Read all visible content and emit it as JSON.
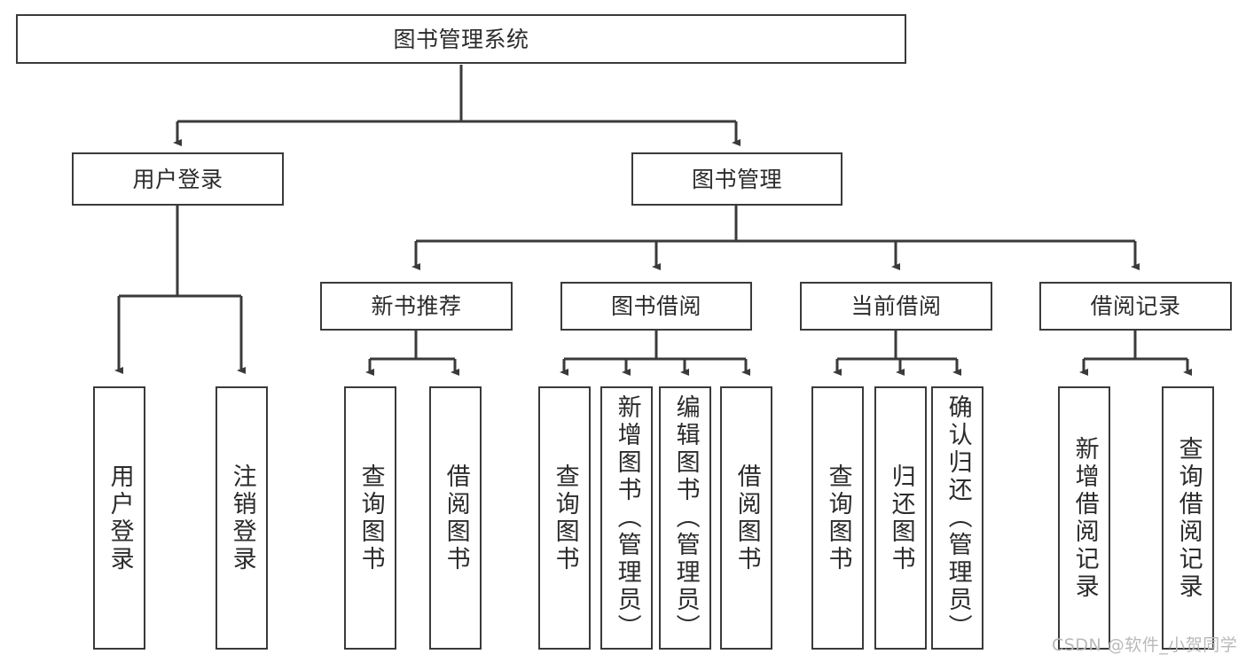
{
  "diagram": {
    "title": "图书管理系统",
    "type": "tree-hierarchy",
    "orientation": "top-down",
    "colors": {
      "node_border": "#3a3a3a",
      "node_fill": "#ffffff",
      "edge": "#3a3a3a",
      "text": "#2b2b2b",
      "background": "#ffffff",
      "watermark": "#b9b9b9"
    },
    "nodes": {
      "root": {
        "label": "图书管理系统"
      },
      "level2": [
        {
          "id": "user-login",
          "label": "用户登录"
        },
        {
          "id": "book-management",
          "label": "图书管理"
        }
      ],
      "level3": [
        {
          "id": "new-book-recommend",
          "label": "新书推荐"
        },
        {
          "id": "book-borrow",
          "label": "图书借阅"
        },
        {
          "id": "current-borrow",
          "label": "当前借阅"
        },
        {
          "id": "borrow-record",
          "label": "借阅记录"
        }
      ],
      "leaves": {
        "user_login": [
          {
            "id": "leaf-user-login",
            "label": "用户登录"
          },
          {
            "id": "leaf-logout-login",
            "label": "注销登录"
          }
        ],
        "new_book_recommend": [
          {
            "id": "leaf-query-book-1",
            "label": "查询图书"
          },
          {
            "id": "leaf-borrow-book-1",
            "label": "借阅图书"
          }
        ],
        "book_borrow": [
          {
            "id": "leaf-query-book-2",
            "label": "查询图书"
          },
          {
            "id": "leaf-add-book",
            "label": "新增图书（管理员）"
          },
          {
            "id": "leaf-edit-book",
            "label": "编辑图书（管理员）"
          },
          {
            "id": "leaf-borrow-book-2",
            "label": "借阅图书"
          }
        ],
        "current_borrow": [
          {
            "id": "leaf-query-book-3",
            "label": "查询图书"
          },
          {
            "id": "leaf-return-book",
            "label": "归还图书"
          },
          {
            "id": "leaf-confirm-return",
            "label": "确认归还（管理员）"
          }
        ],
        "borrow_record": [
          {
            "id": "leaf-add-record",
            "label": "新增借阅记录"
          },
          {
            "id": "leaf-query-record",
            "label": "查询借阅记录"
          }
        ]
      }
    }
  },
  "watermark": {
    "text": "CSDN @软件_小贺同学"
  }
}
